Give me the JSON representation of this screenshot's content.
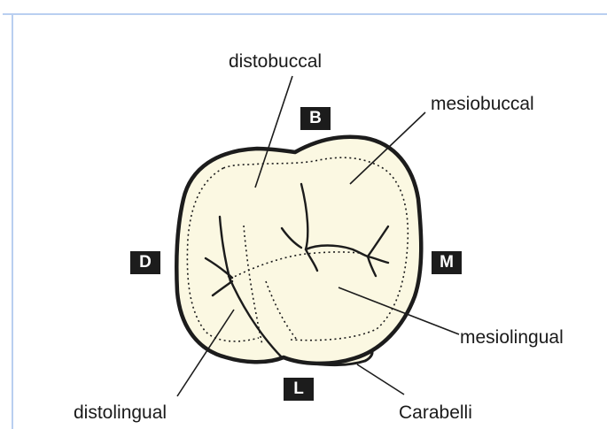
{
  "colors": {
    "frame_blue": "#9bbbe6",
    "tooth_fill": "#fbf8e2",
    "outline": "#1c1c1c",
    "badge_bg": "#1c1c1c",
    "badge_text": "#ffffff"
  },
  "labels": {
    "distobuccal": "distobuccal",
    "mesiobuccal": "mesiobuccal",
    "mesiolingual": "mesiolingual",
    "distolingual": "distolingual",
    "carabelli": "Carabelli"
  },
  "orientation": {
    "buccal": "B",
    "distal": "D",
    "mesial": "M",
    "lingual": "L"
  }
}
